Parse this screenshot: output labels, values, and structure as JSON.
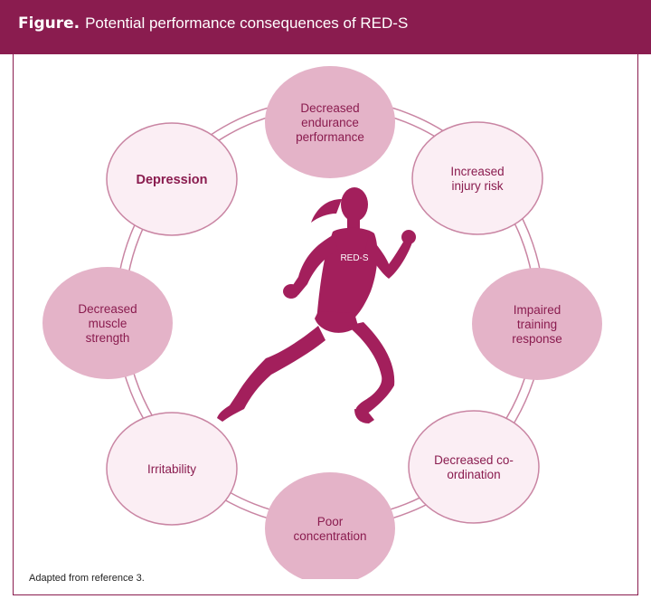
{
  "header": {
    "label": "Figure.",
    "title": "Potential performance consequences of RED-S"
  },
  "center_label": "RED-S",
  "nodes": [
    {
      "lines": [
        "Decreased",
        "endurance",
        "performance"
      ],
      "style": "filled"
    },
    {
      "lines": [
        "Increased",
        "injury risk"
      ],
      "style": "outline"
    },
    {
      "lines": [
        "Impaired",
        "training",
        "response"
      ],
      "style": "filled"
    },
    {
      "lines": [
        "Decreased co-",
        "ordination"
      ],
      "style": "outline"
    },
    {
      "lines": [
        "Poor",
        "concentration"
      ],
      "style": "filled"
    },
    {
      "lines": [
        "Irritability"
      ],
      "style": "outline"
    },
    {
      "lines": [
        "Decreased",
        "muscle",
        "strength"
      ],
      "style": "filled"
    },
    {
      "lines": [
        "Depression"
      ],
      "style": "outline"
    }
  ],
  "footer": "Adapted from reference 3.",
  "colors": {
    "brand": "#8a1c4f",
    "filled_node": "#e4b3c8",
    "outline_node": "#fbeef4",
    "runner": "#a31f5c"
  }
}
